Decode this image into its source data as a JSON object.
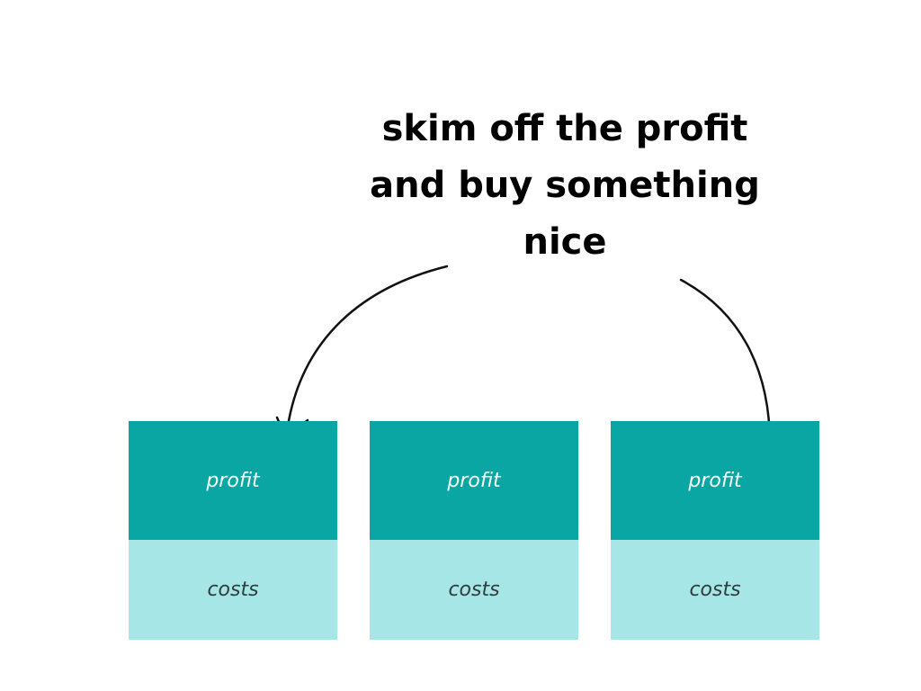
{
  "headline": {
    "line1": "skim off the profit",
    "line2": "and buy something",
    "line3": "nice"
  },
  "blocks": [
    {
      "top_label": "profit",
      "bottom_label": "costs"
    },
    {
      "top_label": "profit",
      "bottom_label": "costs"
    },
    {
      "top_label": "profit",
      "bottom_label": "costs"
    }
  ],
  "colors": {
    "profit": "#0aa6a4",
    "costs": "#a7e6e6",
    "profit_text": "#ffffff",
    "costs_text": "#2f3b40",
    "arrow": "#111111"
  }
}
